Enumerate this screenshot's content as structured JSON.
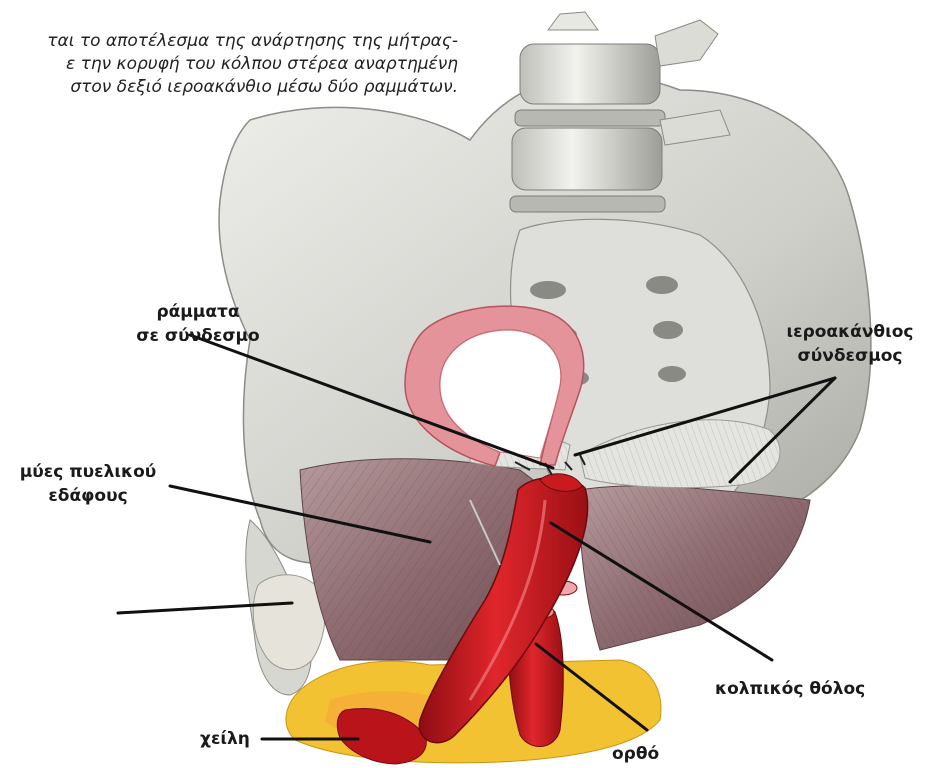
{
  "caption": {
    "line1": "ται το αποτέλεσμα της ανάρτησης της μήτρας-",
    "line2": "ε την κορυφή του κόλπου στέρεα αναρτημένη",
    "line3": "στον δεξιό ιεροακάνθιο μέσω δύο ραμμάτων."
  },
  "labels": {
    "sutures_line1": "ράμματα",
    "sutures_line2": "σε σύνδεσμο",
    "ligament_line1": "ιεροακάνθιος",
    "ligament_line2": "σύνδεσμος",
    "muscles_line1": "μύες πυελικού",
    "muscles_line2": "εδάφους",
    "vault": "κολπικός θόλος",
    "lips": "χείλη",
    "rectum": "ορθό"
  },
  "colors": {
    "bone": "#d9d9d5",
    "bone_dark": "#a9a9a4",
    "muscle": "#8e6a6f",
    "vagina": "#c0161c",
    "peritoneum": "#e58f94",
    "fat": "#f2c232"
  }
}
